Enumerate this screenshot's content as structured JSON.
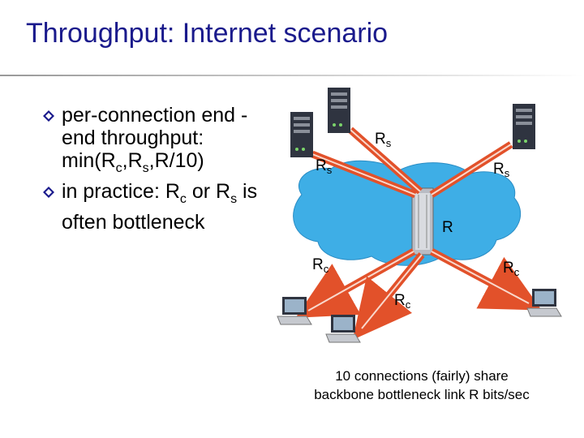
{
  "title": "Throughput: Internet scenario",
  "bullets": [
    {
      "parts": [
        "per-connection end -end throughput: min(R",
        "c",
        ",R",
        "s",
        ",R/10)"
      ]
    },
    {
      "parts": [
        "in practice: R",
        "c",
        " or R",
        "s",
        " is often bottleneck"
      ]
    }
  ],
  "labels": {
    "rs_base": "R",
    "rs_sub": "s",
    "rc_base": "R",
    "rc_sub": "c",
    "r_backbone": "R"
  },
  "caption": {
    "line1": "10 connections (fairly) share",
    "line2": "backbone bottleneck link R bits/sec"
  },
  "colors": {
    "title": "#1a1a8c",
    "cloud": "#3eaee6",
    "link": "#e2512a",
    "bullet": "#1a1a8c"
  },
  "icons": [
    "server-icon",
    "laptop-icon",
    "backbone-router-icon",
    "bullet-diamond-icon"
  ]
}
